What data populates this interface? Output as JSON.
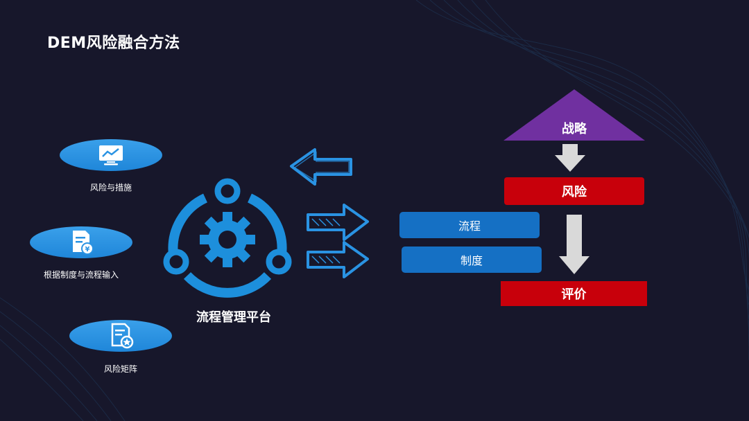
{
  "title": "DEM风险融合方法",
  "left_items": [
    {
      "label": "风险与措施",
      "icon": "monitor-chart-icon"
    },
    {
      "label": "根据制度与流程输入",
      "icon": "document-yuan-icon"
    },
    {
      "label": "风险矩阵",
      "icon": "document-star-icon"
    }
  ],
  "hub": {
    "label": "流程管理平台",
    "icon": "gear-cycle-icon"
  },
  "middle_boxes": [
    "流程",
    "制度"
  ],
  "hierarchy": {
    "top": "战略",
    "middle": "风险",
    "bottom": "评价"
  },
  "colors": {
    "background": "#17172b",
    "ellipse_blue": "#2a93e3",
    "hub_blue": "#1d8fdc",
    "box_blue": "#1570c4",
    "red": "#c8000b",
    "purple": "#7030a0",
    "arrow_gray": "#d9d9d9"
  }
}
